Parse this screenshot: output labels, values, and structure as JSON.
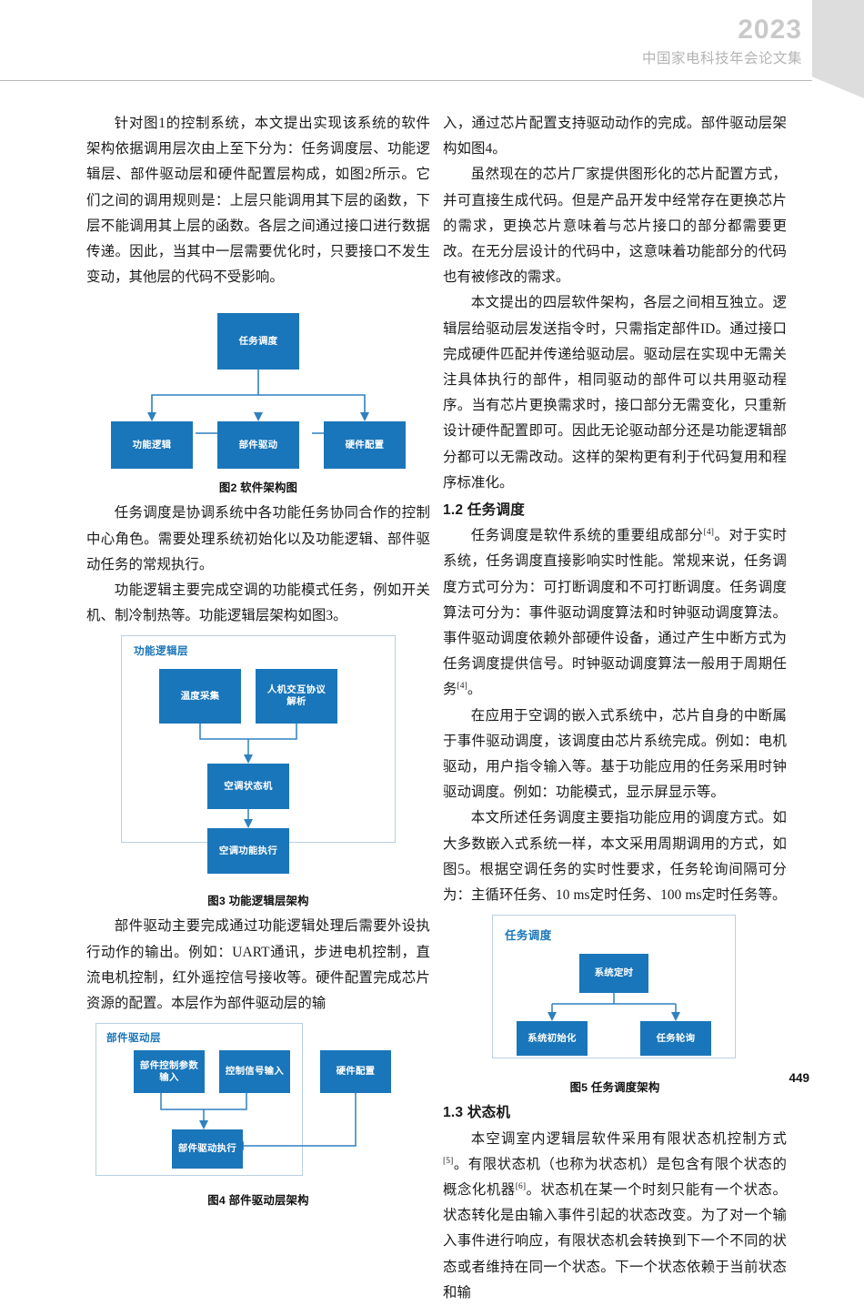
{
  "header": {
    "year": "2023",
    "title": "中国家电科技年会论文集"
  },
  "page_number": "449",
  "left_column": {
    "paragraphs": [
      "针对图1的控制系统，本文提出实现该系统的软件架构依据调用层次由上至下分为：任务调度层、功能逻辑层、部件驱动层和硬件配置层构成，如图2所示。它们之间的调用规则是：上层只能调用其下层的函数，下层不能调用其上层的函数。各层之间通过接口进行数据传递。因此，当其中一层需要优化时，只要接口不发生变动，其他层的代码不受影响。",
      "任务调度是协调系统中各功能任务协同合作的控制中心角色。需要处理系统初始化以及功能逻辑、部件驱动任务的常规执行。",
      "功能逻辑主要完成空调的功能模式任务，例如开关机、制冷制热等。功能逻辑层架构如图3。",
      "部件驱动主要完成通过功能逻辑处理后需要外设执行动作的输出。例如：UART通讯，步进电机控制，直流电机控制，红外遥控信号接收等。硬件配置完成芯片资源的配置。本层作为部件驱动层的输"
    ]
  },
  "right_column": {
    "paragraphs": [
      "入，通过芯片配置支持驱动动作的完成。部件驱动层架构如图4。",
      "虽然现在的芯片厂家提供图形化的芯片配置方式，并可直接生成代码。但是产品开发中经常存在更换芯片的需求，更换芯片意味着与芯片接口的部分都需要更改。在无分层设计的代码中，这意味着功能部分的代码也有被修改的需求。",
      "本文提出的四层软件架构，各层之间相互独立。逻辑层给驱动层发送指令时，只需指定部件ID。通过接口完成硬件匹配并传递给驱动层。驱动层在实现中无需关注具体执行的部件，相同驱动的部件可以共用驱动程序。当有芯片更换需求时，接口部分无需变化，只重新设计硬件配置即可。因此无论驱动部分还是功能逻辑部分都可以无需改动。这样的架构更有利于代码复用和程序标准化。"
    ],
    "section_1_2": {
      "heading": "1.2 任务调度",
      "paragraphs": [
        {
          "text_before": "任务调度是软件系统的重要组成部分",
          "ref": "[4]",
          "text_after": "。对于实时系统，任务调度直接影响实时性能。常规来说，任务调度方式可分为：可打断调度和不可打断调度。任务调度算法可分为：事件驱动调度算法和时钟驱动调度算法。事件驱动调度依赖外部硬件设备，通过产生中断方式为任务调度提供信号。时钟驱动调度算法一般用于周期任务",
          "ref2": "[4]",
          "text_end": "。"
        },
        {
          "text_before": "在应用于空调的嵌入式系统中，芯片自身的中断属于事件驱动调度，该调度由芯片系统完成。例如：电机驱动，用户指令输入等。基于功能应用的任务采用时钟驱动调度。例如：功能模式，显示屏显示等。",
          "ref": "",
          "text_after": "",
          "ref2": "",
          "text_end": ""
        },
        {
          "text_before": "本文所述任务调度主要指功能应用的调度方式。如大多数嵌入式系统一样，本文采用周期调用的方式，如图5。根据空调任务的实时性要求，任务轮询间隔可分为：主循环任务、10 ms定时任务、100 ms定时任务等。",
          "ref": "",
          "text_after": "",
          "ref2": "",
          "text_end": ""
        }
      ]
    },
    "section_1_3": {
      "heading": "1.3 状态机",
      "paragraph": {
        "p1": "本空调室内逻辑层软件采用有限状态机控制方式",
        "r1": "[5]",
        "p2": "。有限状态机（也称为状态机）是包含有限个状态的概念化机器",
        "r2": "[6]",
        "p3": "。状态机在某一个时刻只能有一个状态。状态转化是由输入事件引起的状态改变。为了对一个输入事件进行响应，有限状态机会转换到下一个不同的状态或者维持在同一个状态。下一个状态依赖于当前状态和输"
      }
    }
  },
  "figures": {
    "fig2": {
      "caption": "图2 软件架构图",
      "nodes": {
        "top": "任务调度",
        "left": "功能逻辑",
        "middle": "部件驱动",
        "right": "硬件配置"
      }
    },
    "fig3": {
      "caption": "图3 功能逻辑层架构",
      "group_label": "功能逻辑层",
      "nodes": {
        "n1": "温度采集",
        "n2": "人机交互协议\n解析",
        "n3": "空调状态机",
        "n4": "空调功能执行"
      }
    },
    "fig4": {
      "caption": "图4 部件驱动层架构",
      "group_label": "部件驱动层",
      "nodes": {
        "n1": "部件控制参数\n输入",
        "n2": "控制信号输入",
        "n3": "硬件配置",
        "n4": "部件驱动执行"
      }
    },
    "fig5": {
      "caption": "图5 任务调度架构",
      "group_label": "任务调度",
      "nodes": {
        "n1": "系统定时",
        "n2": "系统初始化",
        "n3": "任务轮询"
      }
    }
  },
  "colors": {
    "node_blue": "#1a76ba",
    "arrow_blue": "#2e81bf",
    "group_border": "#b9cfe3",
    "header_gray": "#c9c9c9"
  }
}
